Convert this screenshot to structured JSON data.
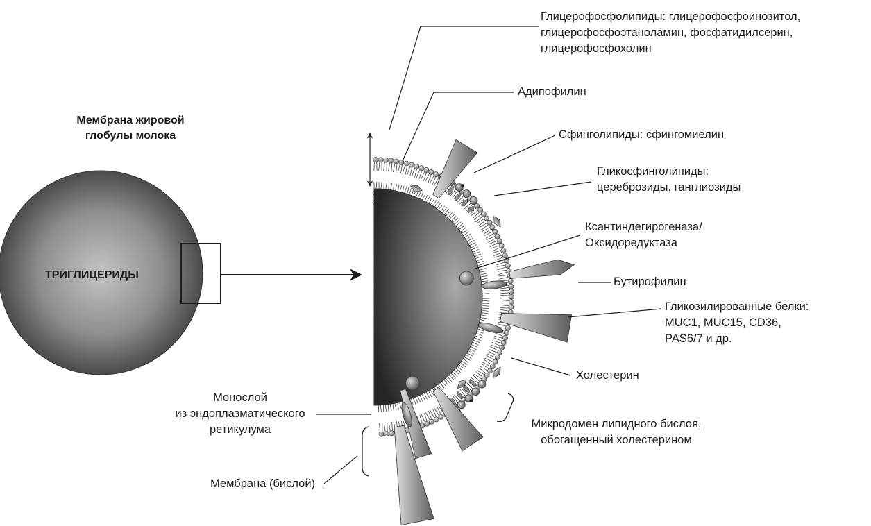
{
  "title": {
    "line1": "Мембрана жировой",
    "line2": "глобулы молока"
  },
  "core_label": "ТРИГЛИЦЕРИДЫ",
  "labels": {
    "glycerophospholipids": {
      "line1": "Глицерофосфолипиды: глицерофосфоинозитол,",
      "line2": "глицерофосфоэтаноламин, фосфатидилсерин,",
      "line3": "глицерофосфохолин"
    },
    "adipophilin": "Адипофилин",
    "sphingolipids": "Сфинголипиды: сфингомиелин",
    "glycosphingolipids": {
      "line1": "Гликосфинголипиды:",
      "line2": "цереброзиды, ганглиозиды"
    },
    "xanthine": {
      "line1": "Ксантиндегирогеназа/",
      "line2": "Оксидоредуктаза"
    },
    "butyrophilin": "Бутирофилин",
    "glycoproteins": {
      "line1": "Гликозилированные белки:",
      "line2": "MUC1, MUC15, CD36,",
      "line3": "PAS6/7 и др."
    },
    "cholesterol": "Холестерин",
    "microdomain": {
      "line1": "Микродомен липидного бислоя,",
      "line2": "обогащенный холестерином"
    },
    "monolayer": {
      "line1": "Монослой",
      "line2": "из эндоплазматического",
      "line3": "ретикулума"
    },
    "bilayer": "Мембрана (бислой)"
  },
  "colors": {
    "ink": "#1c1c1c",
    "lipid_head": "#9a9a9a",
    "globule_light": "#b8b8b8",
    "globule_dark": "#2c2c2c"
  }
}
